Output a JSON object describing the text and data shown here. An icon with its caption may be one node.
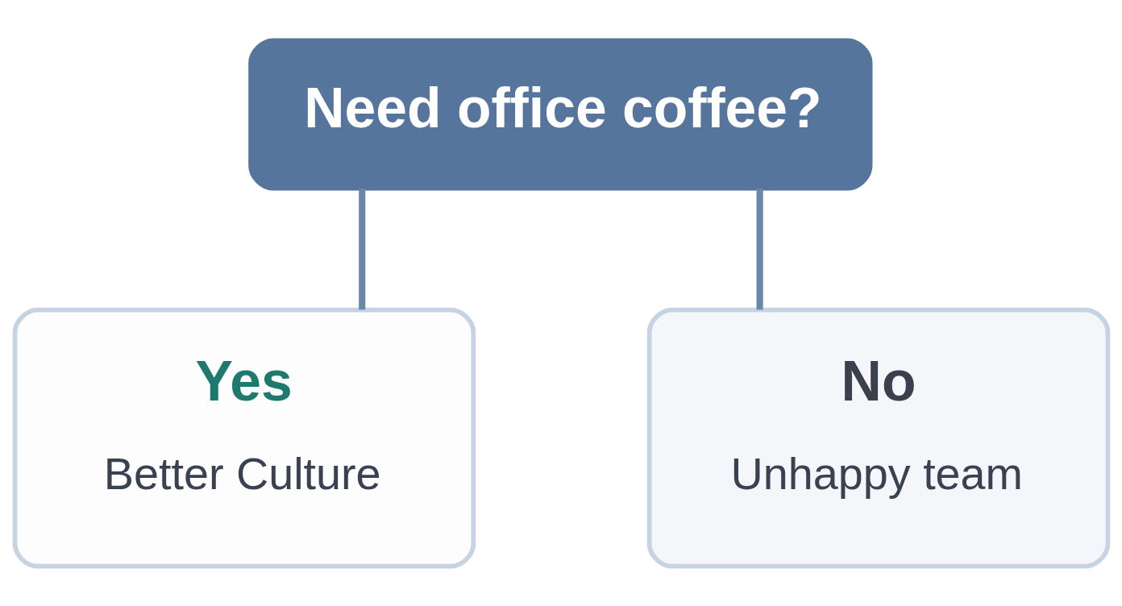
{
  "diagram": {
    "nodes": [
      {
        "text": [
          "Need office coffee?"
        ]
      },
      {
        "text": [
          "Yes",
          "Better Culture"
        ]
      },
      {
        "text": [
          "No",
          "Unhappy team"
        ]
      }
    ],
    "edges": [
      {
        "from": 0,
        "to": 1,
        "arrow": "none"
      },
      {
        "from": 0,
        "to": 2,
        "arrow": "none"
      }
    ]
  }
}
